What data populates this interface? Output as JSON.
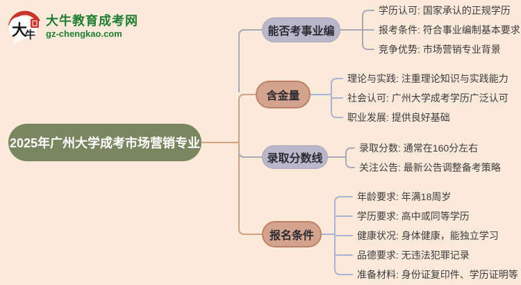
{
  "colors": {
    "background": "#fbead9",
    "root_fill": "#788760",
    "root_text": "#ffffff",
    "lavender_fill": "#b9b7c9",
    "lavender_border": "#a8a6bb",
    "salmon_fill": "#d4a38d",
    "salmon_border": "#bf8165",
    "line_salmon": "#cfa183",
    "line_gray": "#a8a7b8",
    "line_periwinkle": "#a9b3d4",
    "leaf_text": "#3b3b40",
    "node_text": "#2b2b33",
    "logo_green": "#1f7d31",
    "logo_red": "#c9342a"
  },
  "logo": {
    "bubble_char_big": "大",
    "bubble_char_small": "牛",
    "site_name": "大牛教育成考网",
    "site_url": "gz-chengkao.com"
  },
  "root": {
    "title": "2025年广州大学成考市场营销专业"
  },
  "branches": [
    {
      "label": "能否考事业编",
      "leaves": [
        "学历认可: 国家承认的正规学历",
        "报考条件: 符合事业编制基本要求",
        "竞争优势: 市场营销专业背景"
      ]
    },
    {
      "label": "含金量",
      "leaves": [
        "理论与实践: 注重理论知识与实践能力",
        "社会认可: 广州大学成考学历广泛认可",
        "职业发展: 提供良好基础"
      ]
    },
    {
      "label": "录取分数线",
      "leaves": [
        "录取分数: 通常在160分左右",
        "关注公告: 最新公告调整备考策略"
      ]
    },
    {
      "label": "报名条件",
      "leaves": [
        "年龄要求: 年满18周岁",
        "学历要求: 高中或同等学历",
        "健康状况: 身体健康，能独立学习",
        "品德要求: 无违法犯罪记录",
        "准备材料: 身份证复印件、学历证明等"
      ]
    }
  ]
}
